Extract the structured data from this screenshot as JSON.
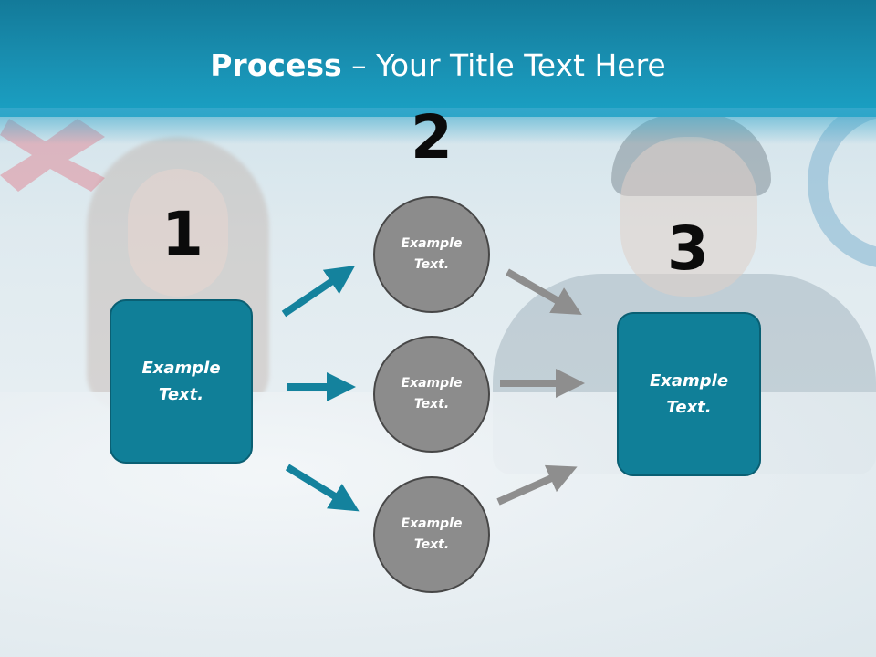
{
  "title": {
    "bold": "Process",
    "dash": " – ",
    "rest": "Your Title Text Here"
  },
  "steps": [
    {
      "number": "1",
      "text": "Example Text."
    },
    {
      "number": "2",
      "items": [
        "Example Text.",
        "Example Text.",
        "Example Text."
      ]
    },
    {
      "number": "3",
      "text": "Example Text."
    }
  ],
  "colors": {
    "header": "#1990b2",
    "box": "#107f98",
    "circle": "#8c8c8c",
    "arrow_teal": "#14829d",
    "arrow_gray": "#8e8e8e"
  }
}
